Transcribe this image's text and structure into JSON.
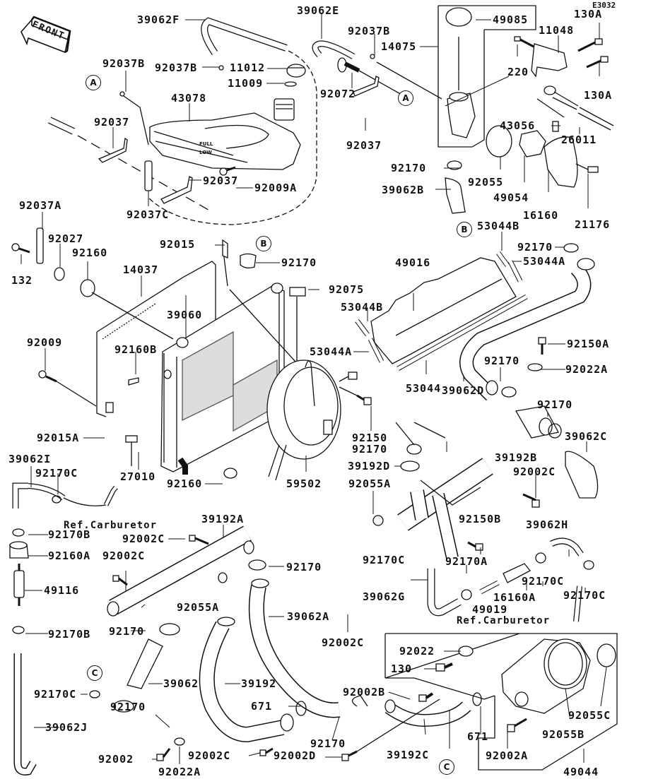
{
  "diagram": {
    "code": "E3032",
    "direction_label": "FRONT",
    "reference_note": "Ref.Carburetor",
    "connector_markers": [
      "A",
      "B",
      "C"
    ],
    "parts": {
      "p39062F": "39062F",
      "p39062E": "39062E",
      "p92037B_a": "92037B",
      "p92037B_b": "92037B",
      "p92037B_c": "92037B",
      "p14075": "14075",
      "p49085": "49085",
      "p11048": "11048",
      "p130A_a": "130A",
      "p130A_b": "130A",
      "p220": "220",
      "p11012": "11012",
      "p11009": "11009",
      "p43078": "43078",
      "p92072": "92072",
      "p92037_a": "92037",
      "p92037_b": "92037",
      "p92037_c": "92037",
      "p92037C": "92037C",
      "p92009A": "92009A",
      "p92037A": "92037A",
      "p43056": "43056",
      "p26011": "26011",
      "p92170_a": "92170",
      "p92055": "92055",
      "p49054": "49054",
      "p39062B": "39062B",
      "p16160": "16160",
      "p21176": "21176",
      "p53044B_a": "53044B",
      "p92170_b": "92170",
      "p53044A_a": "53044A",
      "p92027": "92027",
      "p92160_a": "92160",
      "p132": "132",
      "p14037": "14037",
      "p92015": "92015",
      "p92170_c": "92170",
      "p92075": "92075",
      "p49016": "49016",
      "p39060": "39060",
      "p53044B_b": "53044B",
      "p92009": "92009",
      "p92160B": "92160B",
      "p53044A_b": "53044A",
      "p92150A": "92150A",
      "p92022A_a": "92022A",
      "p53044": "53044",
      "p92170_d": "92170",
      "p39062D": "39062D",
      "p92170_e": "92170",
      "p92015A": "92015A",
      "p92150": "92150",
      "p92170_f": "92170",
      "p39192B": "39192B",
      "p39062C": "39062C",
      "p39062I": "39062I",
      "p92170C_a": "92170C",
      "p27010": "27010",
      "p39192D": "39192D",
      "p92002C_a": "92002C",
      "p92160_b": "92160",
      "p59502": "59502",
      "p92055A_a": "92055A",
      "p39192A": "39192A",
      "p92002C_b": "92002C",
      "p92170B_a": "92170B",
      "p92160A": "92160A",
      "p92002C_c": "92002C",
      "p92150B": "92150B",
      "p39062H": "39062H",
      "p49116": "49116",
      "p92170_g": "92170",
      "p92170C_b": "92170C",
      "p92170A": "92170A",
      "p92055A_b": "92055A",
      "p16160A": "16160A",
      "p92170C_c": "92170C",
      "p39062G": "39062G",
      "p49019": "49019",
      "p92170C_d": "92170C",
      "p92170B_b": "92170B",
      "p92170_h": "92170",
      "p39062A": "39062A",
      "p92002C_d": "92002C",
      "p92022": "92022",
      "p130": "130",
      "p92170C_e": "92170C",
      "p39062": "39062",
      "p39192": "39192",
      "p92002B": "92002B",
      "p671_a": "671",
      "p92170_i": "92170",
      "p39062J": "39062J",
      "p671_b": "671",
      "p92055C": "92055C",
      "p92055B": "92055B",
      "p92170_j": "92170",
      "p39192C": "39192C",
      "p92002": "92002",
      "p92002C_e": "92002C",
      "p92002D": "92002D",
      "p92002A": "92002A",
      "p92022A_b": "92022A",
      "p49044": "49044"
    }
  }
}
